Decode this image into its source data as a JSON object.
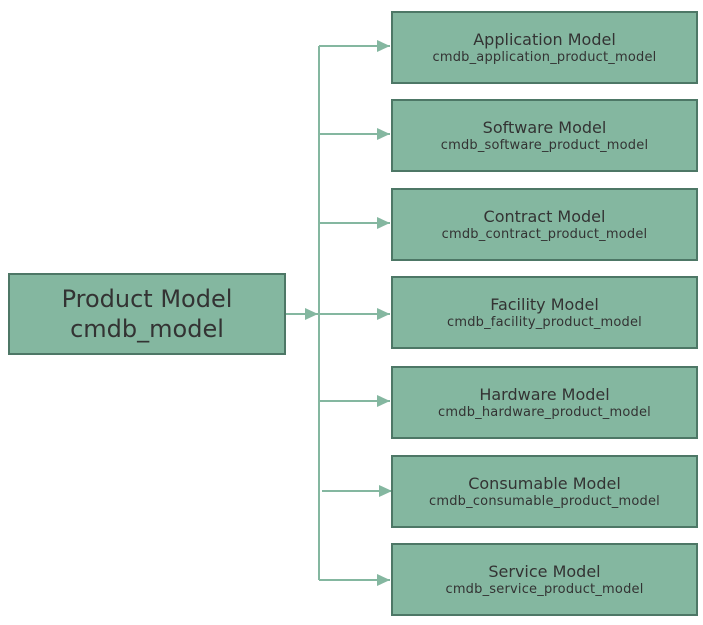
{
  "colors": {
    "box_fill": "#84b7a0",
    "box_border": "#4d7766",
    "connector": "#84b7a0",
    "text": "#333333"
  },
  "root": {
    "name": "Product Model",
    "table": "cmdb_model"
  },
  "children": [
    {
      "name": "Application Model",
      "table": "cmdb_application_product_model"
    },
    {
      "name": "Software Model",
      "table": "cmdb_software_product_model"
    },
    {
      "name": "Contract Model",
      "table": "cmdb_contract_product_model"
    },
    {
      "name": "Facility Model",
      "table": "cmdb_facility_product_model"
    },
    {
      "name": "Hardware Model",
      "table": "cmdb_hardware_product_model"
    },
    {
      "name": "Consumable Model",
      "table": "cmdb_consumable_product_model"
    },
    {
      "name": "Service Model",
      "table": "cmdb_service_product_model"
    }
  ]
}
